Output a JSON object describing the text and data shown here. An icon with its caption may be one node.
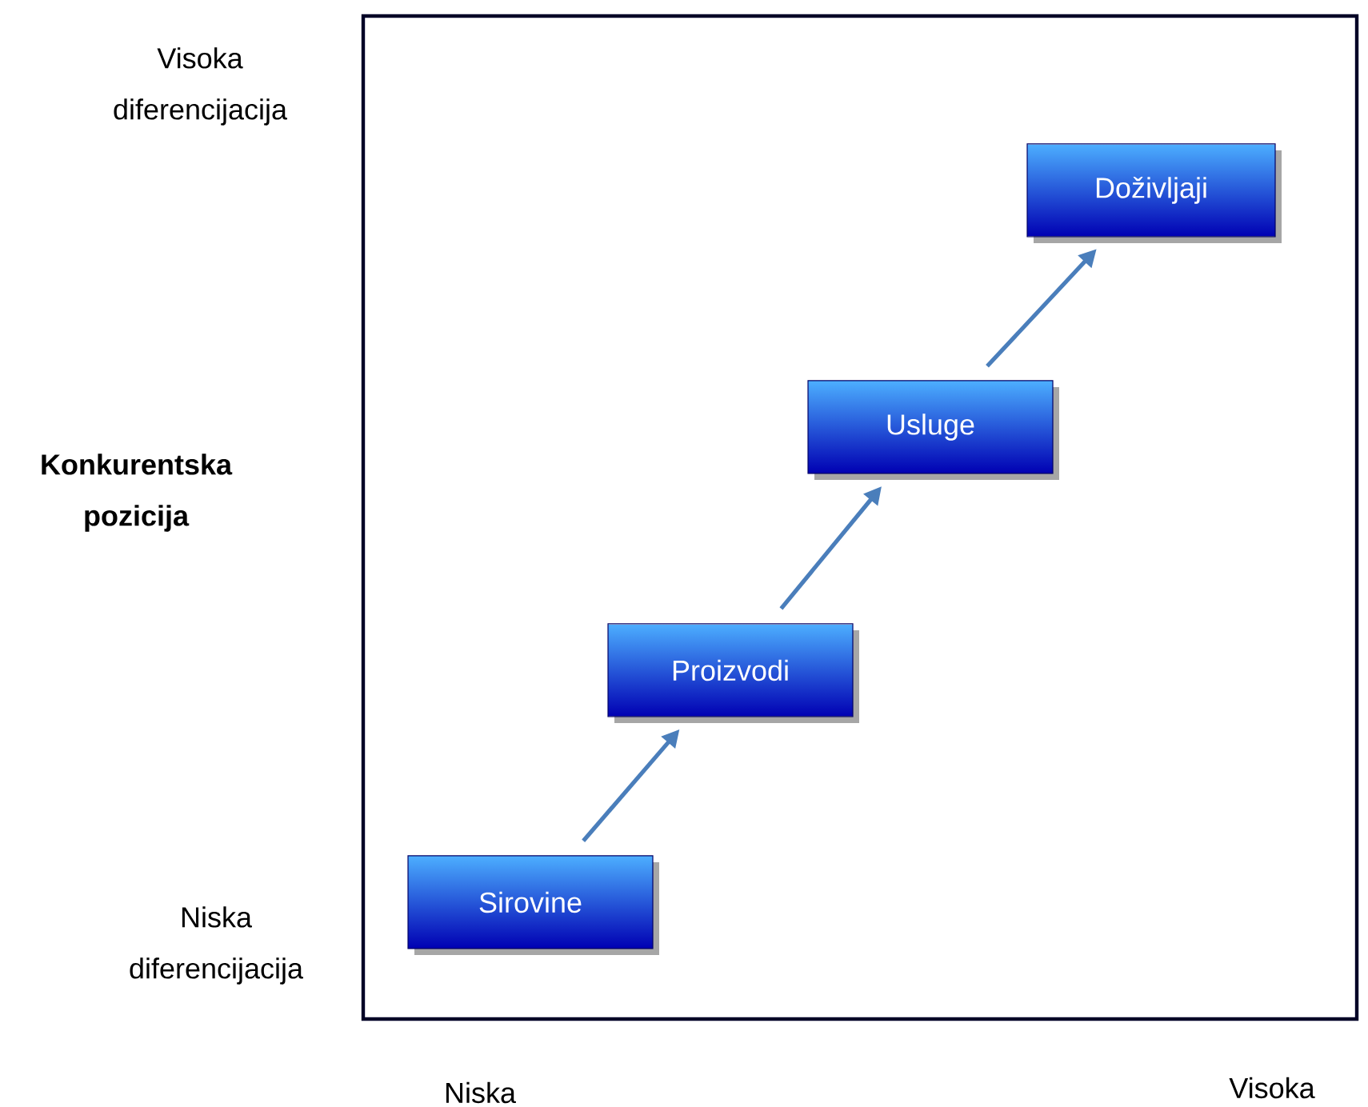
{
  "diagram": {
    "nodes": [
      {
        "text": [
          "Sirovine"
        ]
      },
      {
        "text": [
          "Proizvodi"
        ]
      },
      {
        "text": [
          "Usluge"
        ]
      },
      {
        "text": [
          "Doživljaji"
        ]
      }
    ],
    "edges": [
      {
        "from": 0,
        "to": 1,
        "arrow": "to"
      },
      {
        "from": 1,
        "to": 2,
        "arrow": "to"
      },
      {
        "from": 2,
        "to": 3,
        "arrow": "to"
      }
    ],
    "labels": [
      "Visoka diferencijacija",
      "Konkurentska pozicija",
      "Niska diferencijacija",
      "Niska",
      "Visoka"
    ]
  }
}
